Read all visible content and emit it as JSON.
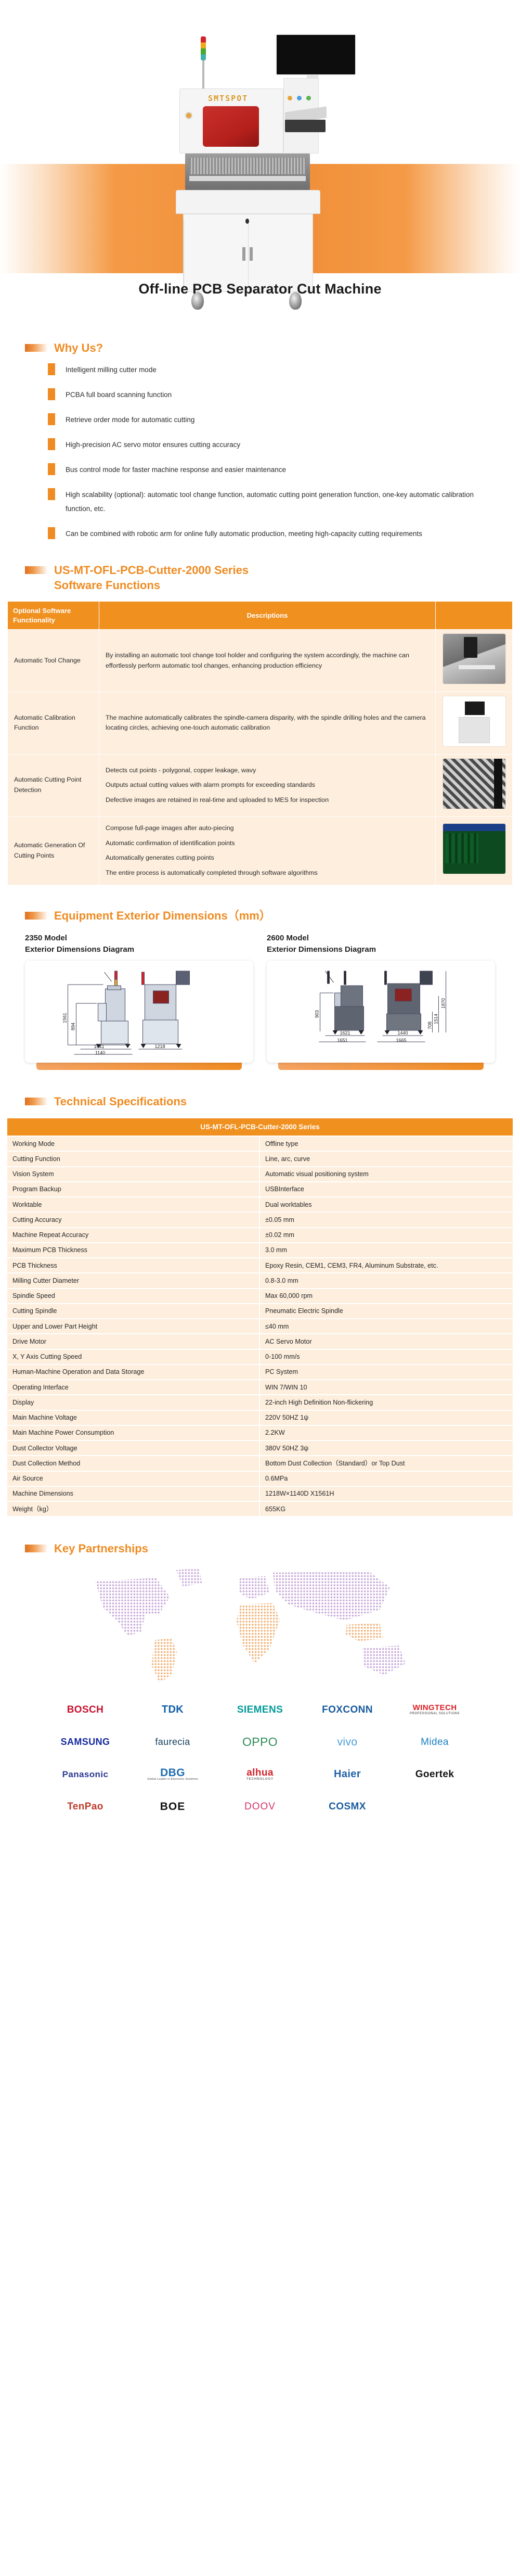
{
  "hero": {
    "machine_brand": "SMTSPOT",
    "title": "Off-line PCB Separator Cut Machine"
  },
  "why_us": {
    "heading": "Why Us?",
    "items": [
      "Intelligent milling cutter mode",
      "PCBA full board scanning function",
      "Retrieve order mode for automatic cutting",
      "High-precision AC servo motor ensures cutting accuracy",
      "Bus control mode for faster machine response and easier maintenance",
      "High scalability (optional): automatic tool change function, automatic cutting point generation function, one-key automatic calibration function, etc.",
      "Can be combined with robotic arm for online fully automatic production, meeting high-capacity cutting requirements"
    ]
  },
  "software": {
    "heading_line1": "US-MT-OFL-PCB-Cutter-2000 Series",
    "heading_line2": "Software Functions",
    "columns": {
      "feature": "Optional Software Functionality",
      "description": "Descriptions",
      "image": ""
    },
    "rows": [
      {
        "feature": "Automatic Tool Change",
        "paragraphs": [
          "By installing an automatic tool change tool holder and configuring the system accordingly, the machine can effortlessly perform automatic tool changes, enhancing production efficiency"
        ],
        "thumb": "tool-changer-photo"
      },
      {
        "feature": "Automatic Calibration Function",
        "paragraphs": [
          "The machine automatically calibrates the spindle-camera disparity, with the spindle drilling holes and the camera locating circles, achieving one-touch automatic calibration"
        ],
        "thumb": "machine-photo"
      },
      {
        "feature": "Automatic Cutting Point Detection",
        "paragraphs": [
          "Detects cut points - polygonal, copper leakage, wavy",
          "Outputs actual cutting values with alarm prompts for exceeding standards",
          "Defective images are retained in real-time and uploaded to MES for inspection"
        ],
        "thumb": "pcb-inspection-photo"
      },
      {
        "feature": "Automatic Generation Of Cutting Points",
        "paragraphs": [
          "Compose full-page images after auto-piecing",
          "Automatic confirmation of identification points",
          "Automatically generates cutting points",
          "The entire process is automatically completed through software algorithms"
        ],
        "thumb": "software-screenshot"
      }
    ]
  },
  "dimensions": {
    "heading": "Equipment Exterior Dimensions（mm）",
    "models": [
      {
        "name_line1": "2350 Model",
        "name_line2": "Exterior Dimensions Diagram",
        "side_view": {
          "height_outer": "1561",
          "height_inner": "894",
          "width": "1041",
          "width_outer": "1140"
        },
        "front_view": {
          "width": "1218"
        }
      },
      {
        "name_line1": "2600 Model",
        "name_line2": "Exterior Dimensions Diagram",
        "side_view": {
          "height_inner": "903",
          "width": "1621",
          "width_outer": "1651"
        },
        "front_view": {
          "height_outer": "1870",
          "height_mid": "1514",
          "height_inner": "708",
          "width": "1440",
          "width_outer": "1665"
        }
      }
    ]
  },
  "specs": {
    "heading": "Technical Specifications",
    "table_title": "US-MT-OFL-PCB-Cutter-2000 Series",
    "rows": [
      {
        "key": "Working Mode",
        "value": "Offline type"
      },
      {
        "key": "Cutting Function",
        "value": "Line, arc, curve"
      },
      {
        "key": "Vision System",
        "value": "Automatic visual positioning system"
      },
      {
        "key": "Program Backup",
        "value": "USBInterface"
      },
      {
        "key": "Worktable",
        "value": "Dual worktables"
      },
      {
        "key": "Cutting Accuracy",
        "value": "±0.05 mm"
      },
      {
        "key": "Machine Repeat Accuracy",
        "value": "±0.02 mm"
      },
      {
        "key": "Maximum PCB Thickness",
        "value": "3.0 mm"
      },
      {
        "key": "PCB Thickness",
        "value": "Epoxy Resin, CEM1, CEM3, FR4, Aluminum Substrate, etc."
      },
      {
        "key": "Milling Cutter Diameter",
        "value": "0.8-3.0 mm"
      },
      {
        "key": "Spindle Speed",
        "value": "Max 60,000 rpm"
      },
      {
        "key": "Cutting Spindle",
        "value": "Pneumatic Electric Spindle"
      },
      {
        "key": "Upper and Lower Part Height",
        "value": "≤40 mm"
      },
      {
        "key": "Drive Motor",
        "value": "AC Servo Motor"
      },
      {
        "key": "X, Y Axis Cutting Speed",
        "value": "0-100 mm/s"
      },
      {
        "key": "Human-Machine Operation and Data Storage",
        "value": "PC System"
      },
      {
        "key": "Operating Interface",
        "value": "WIN 7/WIN 10"
      },
      {
        "key": "Display",
        "value": "22-inch High Definition Non-flickering"
      },
      {
        "key": "Main Machine Voltage",
        "value": "220V 50HZ 1ψ"
      },
      {
        "key": "Main Machine Power Consumption",
        "value": "2.2KW"
      },
      {
        "key": "Dust Collector Voltage",
        "value": "380V 50HZ 3ψ"
      },
      {
        "key": "Dust Collection Method",
        "value": "Bottom Dust Collection（Standard）or Top Dust"
      },
      {
        "key": "Air Source",
        "value": "0.6MPa"
      },
      {
        "key": "Machine Dimensions",
        "value": "1218W×1140D X1561H"
      },
      {
        "key": "Weight（kg）",
        "value": "655KG"
      }
    ]
  },
  "partners": {
    "heading": "Key Partnerships",
    "logos": [
      {
        "name": "BOSCH",
        "class": "l-bosch"
      },
      {
        "name": "TDK",
        "class": "l-tdk"
      },
      {
        "name": "SIEMENS",
        "class": "l-siemens"
      },
      {
        "name": "FOXCONN",
        "class": "l-foxconn"
      },
      {
        "name": "WINGTECH",
        "class": "l-wingtech",
        "sub": "PROFESSIONAL SOLUTIONS"
      },
      {
        "name": "SAMSUNG",
        "class": "l-samsung"
      },
      {
        "name": "faurecia",
        "class": "l-faurecia"
      },
      {
        "name": "OPPO",
        "class": "l-oppo"
      },
      {
        "name": "vivo",
        "class": "l-vivo"
      },
      {
        "name": "Midea",
        "class": "l-midea"
      },
      {
        "name": "Panasonic",
        "class": "l-panasonic"
      },
      {
        "name": "DBG",
        "class": "l-dbg",
        "sub": "Global Leader in Electronic Solutions"
      },
      {
        "name": "alhua",
        "class": "l-dahua",
        "sub": "TECHNOLOGY"
      },
      {
        "name": "Haier",
        "class": "l-haier"
      },
      {
        "name": "Goertek",
        "class": "l-goertek"
      },
      {
        "name": "TenPao",
        "class": "l-tenpao"
      },
      {
        "name": "BOE",
        "class": "l-boe"
      },
      {
        "name": "DOOV",
        "class": "l-doov"
      },
      {
        "name": "COSMX",
        "class": "l-cosmx"
      }
    ]
  },
  "colors": {
    "accent_orange": "#ef8b22",
    "table_header": "#f0901f",
    "table_body": "#fdeedd",
    "band": "#f1903a"
  }
}
